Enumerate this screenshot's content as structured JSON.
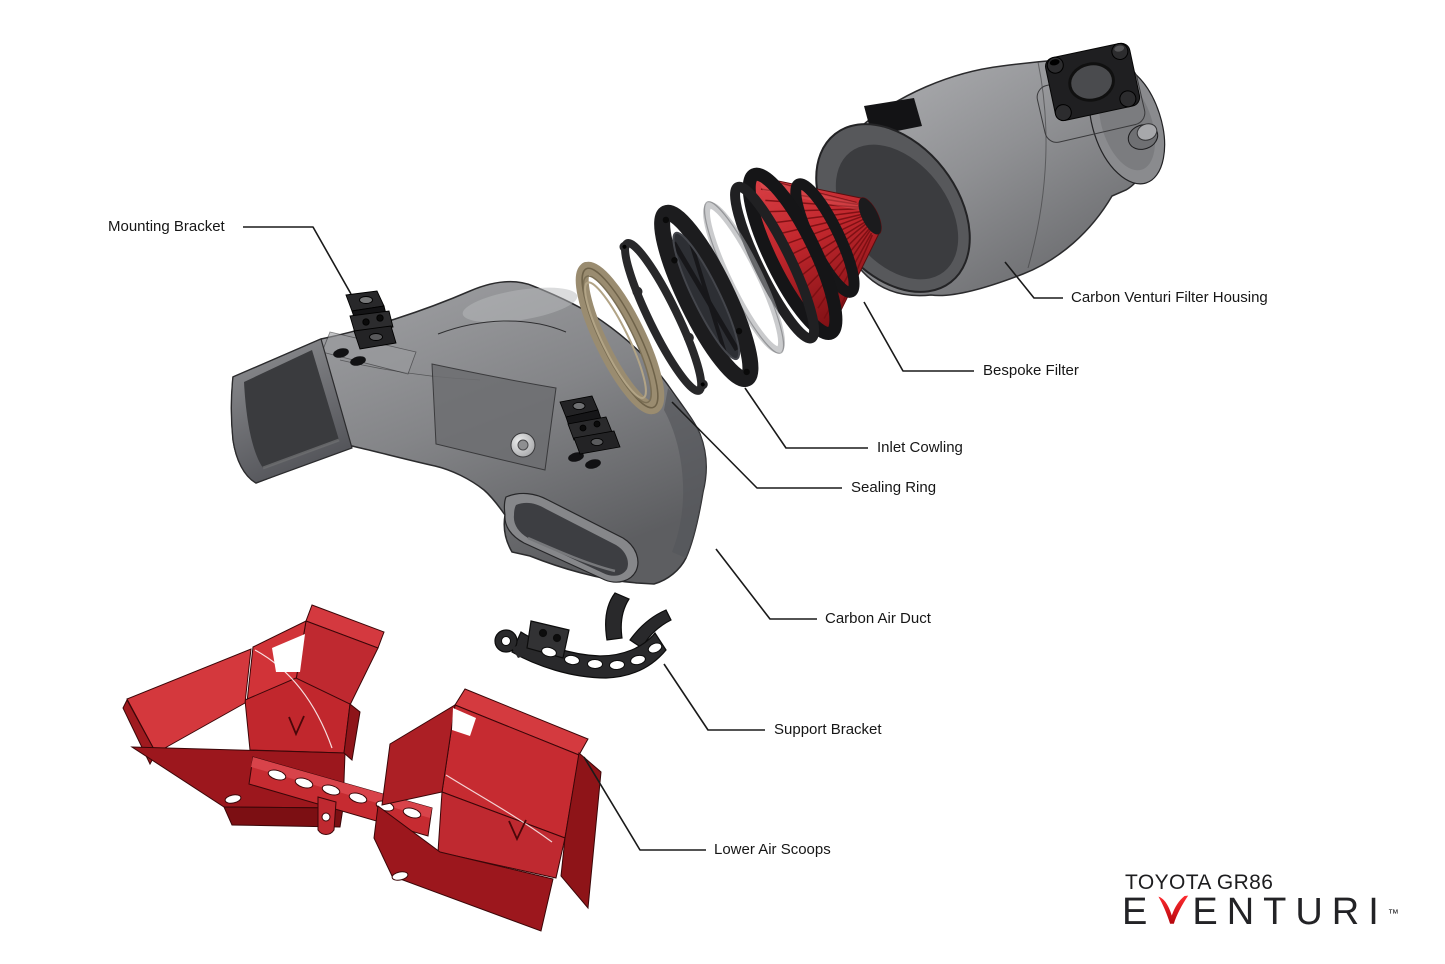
{
  "labels": [
    {
      "id": "mounting-bracket",
      "text": "Mounting Bracket"
    },
    {
      "id": "carbon-venturi-filter-housing",
      "text": "Carbon Venturi Filter Housing"
    },
    {
      "id": "bespoke-filter",
      "text": "Bespoke Filter"
    },
    {
      "id": "inlet-cowling",
      "text": "Inlet Cowling"
    },
    {
      "id": "sealing-ring",
      "text": "Sealing Ring"
    },
    {
      "id": "carbon-air-duct",
      "text": "Carbon Air Duct"
    },
    {
      "id": "support-bracket",
      "text": "Support Bracket"
    },
    {
      "id": "lower-air-scoops",
      "text": "Lower Air Scoops"
    }
  ],
  "footer": {
    "vehicle": "TOYOTA GR86",
    "brand": "EVENTURI",
    "brand_left": "E",
    "brand_right": "ENTURI",
    "trademark": "™"
  },
  "icons": {
    "brand_v": "eventuri-red-v-mark"
  },
  "colors": {
    "background": "#ffffff",
    "leader_line": "#1a1a1a",
    "part_gray": "#8f9093",
    "part_black": "#262628",
    "part_red": "#c1272d",
    "sealing_ring_bronze": "#9a8c70",
    "brand_red": "#e31e26",
    "text": "#1f1f21"
  }
}
